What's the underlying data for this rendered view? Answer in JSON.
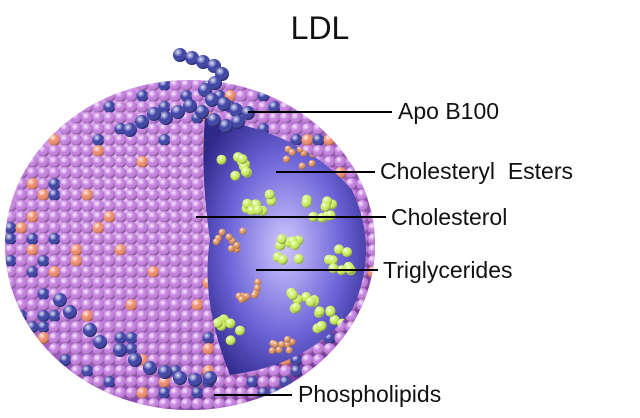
{
  "title": "LDL",
  "labels": {
    "apo_b100": "Apo B100",
    "cholesteryl_esters": "Cholesteryl  Esters",
    "cholesterol": "Cholesterol",
    "triglycerides": "Triglycerides",
    "phospholipids": "Phospholipids"
  },
  "colors": {
    "shell": "#c57ee0",
    "shell_dark": "#8a45b0",
    "apolipoprotein": "#3a3fa6",
    "core": "#6a62d6",
    "esters": "#c9ef5b",
    "triglycerides": "#e0925c",
    "accent_spots": "#f08a6a",
    "leader_line": "#000000"
  }
}
